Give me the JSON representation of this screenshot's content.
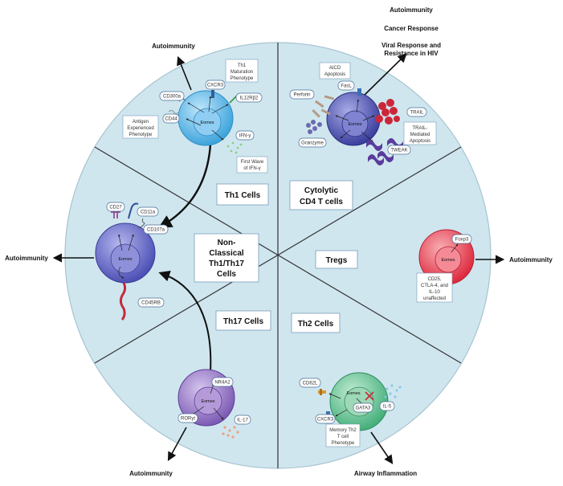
{
  "colors": {
    "disc_fill": "#cfe6ef",
    "disc_border": "#a8c4d0",
    "divider": "#333333",
    "label_box_border": "#7a9bb8",
    "th1_cell": "#4fb4ea",
    "ctl_cell": "#4a4fae",
    "ncl_cell": "#5c5fc0",
    "treg_cell": "#ea3b4c",
    "th17_cell": "#8c6ac0",
    "th2_cell": "#5bc28e"
  },
  "sections": {
    "th1": "Th1 Cells",
    "cytolytic_line1": "Cytolytic",
    "cytolytic_line2": "CD4 T cells",
    "nonclassical_line1": "Non-",
    "nonclassical_line2": "Classical",
    "nonclassical_line3": "Th1/Th17",
    "nonclassical_line4": "Cells",
    "tregs": "Tregs",
    "th17": "Th17 Cells",
    "th2": "Th2 Cells"
  },
  "outcomes": {
    "th1_top": "Autoimmunity",
    "ctl_1": "Autoimmunity",
    "ctl_2": "Cancer Response",
    "ctl_3a": "Viral Response and",
    "ctl_3b": "Resistance in HIV",
    "nonclassical_left": "Autoimmunity",
    "treg_right": "Autoimmunity",
    "th17_bottom": "Autoimmunity",
    "th2_bottom": "Airway Inflammation"
  },
  "eomes": "Eomes",
  "th1": {
    "cd300a": "CD300a",
    "cxcr3": "CXCR3",
    "il12rb2": "IL12Rβ2",
    "cd44": "CD44",
    "ifng": "IFN-γ",
    "maturation_1": "Th1",
    "maturation_2": "Maturation",
    "maturation_3": "Phenotype",
    "antigen_1": "Antigen",
    "antigen_2": "Experienced",
    "antigen_3": "Phenotype",
    "firstwave_1": "First Wave",
    "firstwave_2": "of IFN-γ"
  },
  "cytolytic": {
    "aicd_1": "AICD",
    "aicd_2": "Apoptosis",
    "fasl": "FasL",
    "perforin": "Perforin",
    "granzyme": "Granzyme",
    "trail": "TRAIL",
    "trail_med_1": "TRAIL-",
    "trail_med_2": "Mediated",
    "trail_med_3": "Apoptosis",
    "tweak": "TWEAK"
  },
  "nonclassical": {
    "cd27": "CD27",
    "cd11a": "CD11a",
    "cd107a": "CD107a",
    "cd45rb": "CD45RB"
  },
  "treg": {
    "foxp3": "Foxp3",
    "note_1": "CD25,",
    "note_2": "CTLA-4, and",
    "note_3": "IL-10",
    "note_4": "unaffected"
  },
  "th17": {
    "nr4a2": "NR4A2",
    "roryt": "RORγt",
    "il17": "IL-17"
  },
  "th2": {
    "cd62l": "CD62L",
    "gata3": "GATA3",
    "il5": "IL-5",
    "cxcr3": "CXCR3",
    "memory_1": "Memory Th2",
    "memory_2": "T cell",
    "memory_3": "Phenotype"
  }
}
